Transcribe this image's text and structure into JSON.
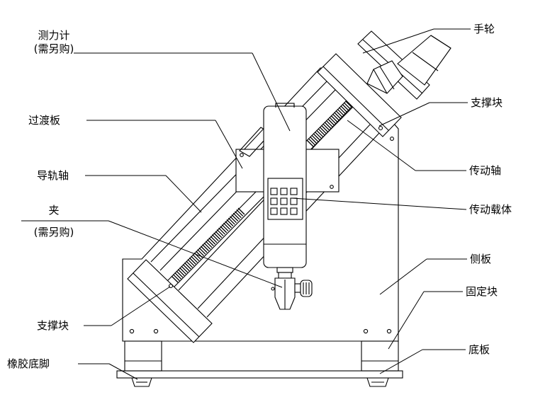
{
  "labels": {
    "handwheel": "手轮",
    "force_gauge_1": "测力计",
    "force_gauge_2": "(需另购)",
    "support_block_top": "支撑块",
    "transition_plate": "过渡板",
    "drive_shaft": "传动轴",
    "guide_shaft": "导轨轴",
    "drive_carrier": "传动载体",
    "clamp_1": "夹",
    "clamp_2": "(需另购)",
    "side_plate": "侧板",
    "fixed_block": "固定块",
    "support_block_bottom": "支撑块",
    "base_plate": "底板",
    "rubber_feet": "橡胶底脚"
  },
  "colors": {
    "line": "#000000",
    "background": "#ffffff"
  }
}
